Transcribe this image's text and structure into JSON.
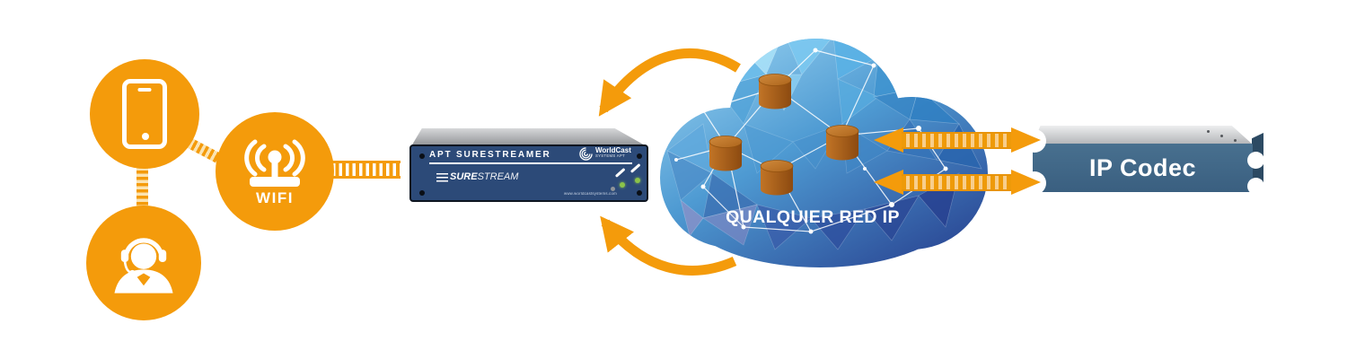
{
  "diagram_type": "network-topology-illustration",
  "sources": {
    "phone": {
      "icon": "smartphone-icon"
    },
    "agent": {
      "icon": "headset-agent-icon"
    },
    "wifi": {
      "icon": "wifi-router-icon",
      "label": "WIFI"
    }
  },
  "streamer": {
    "title": "APT SURESTREAMER",
    "logo": {
      "bold": "SURE",
      "light": "STREAM"
    },
    "brand": {
      "name": "WorldCast",
      "sub": "SYSTEMS APT"
    },
    "website": "www.worldcastsystems.com",
    "leds": {
      "green_count": 2,
      "gray_count": 1
    }
  },
  "cloud": {
    "label": "QUALQUIER RED IP",
    "node_icon": "network-node-cylinder-icon",
    "node_count": 4
  },
  "codec": {
    "label": "IP Codec"
  },
  "colors": {
    "accent_orange": "#F49B0B",
    "stripe_light": "#FBE3B1",
    "device_navy": "#2C4A78",
    "codec_steel": "#3E6484",
    "led_green": "#8BC34A",
    "cloud_light": "#9AD4F2",
    "cloud_dark": "#27408F",
    "cylinder_brown": "#A55A17"
  }
}
